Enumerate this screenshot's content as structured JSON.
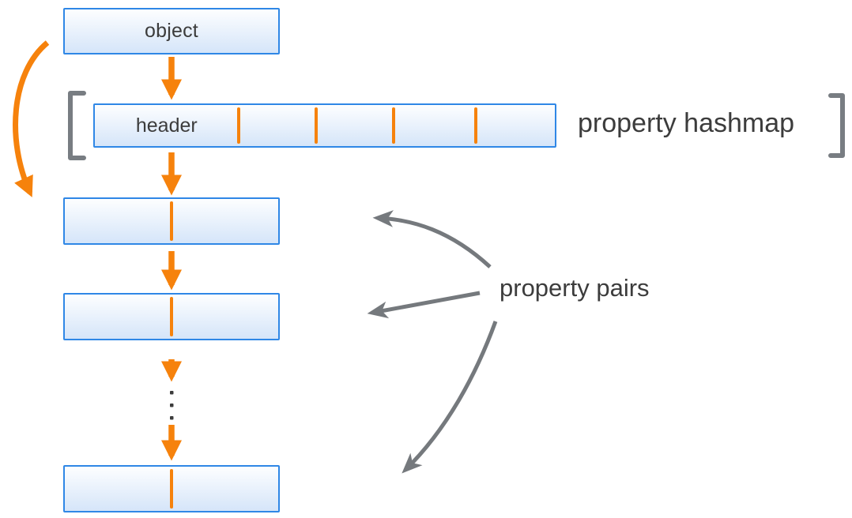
{
  "diagram": {
    "object_box": {
      "label": "object"
    },
    "hashmap": {
      "header_label": "header",
      "label": "property hashmap",
      "slot_divider_positions_pct": [
        31.2,
        48.1,
        65.0,
        82.9
      ]
    },
    "property_pairs": {
      "label": "property pairs",
      "box_count": 3,
      "ellipsis_dot_count": 3
    }
  },
  "colors": {
    "accent_orange": "#f6820c",
    "box_border_blue": "#2f87e6",
    "box_fill_top": "#fdfeff",
    "box_fill_mid": "#eaf2fc",
    "box_fill_bottom": "#d5e5f9",
    "bracket_gray": "#787d82",
    "arrow_gray": "#75797d",
    "text_dark": "#3c3c3c"
  }
}
